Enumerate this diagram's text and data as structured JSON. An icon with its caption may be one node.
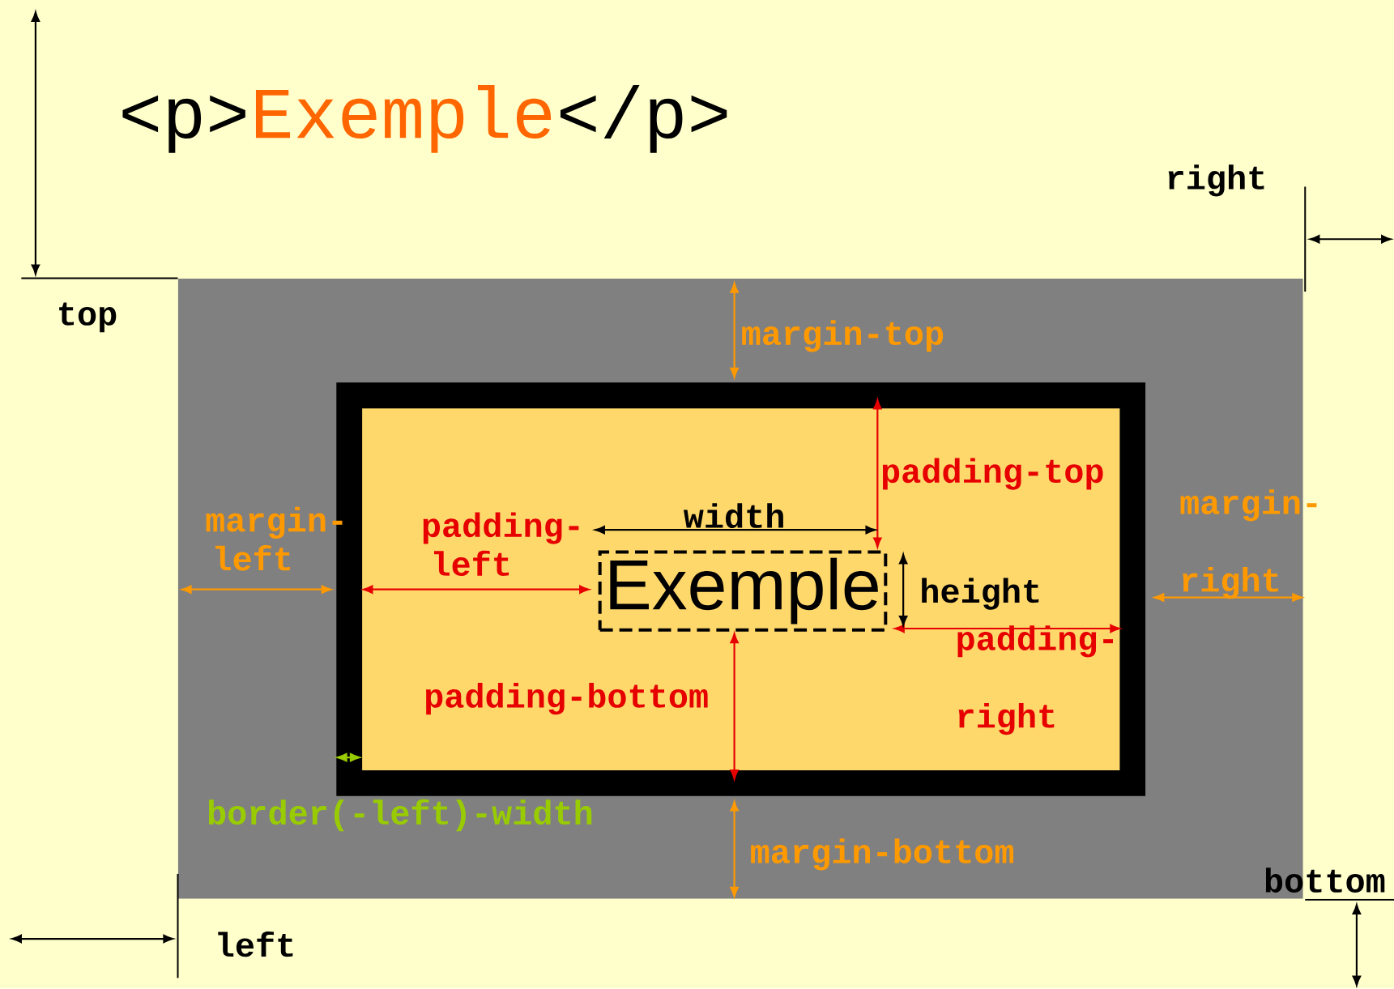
{
  "diagram": {
    "nodes": [
      {
        "text": [],
        "shape": "box"
      },
      {
        "text": [],
        "shape": "box",
        "in": 0
      },
      {
        "text": [],
        "shape": "box",
        "in": 1
      },
      {
        "text": [
          "Exemple"
        ],
        "in": 2
      }
    ],
    "labels": [
      "<p>",
      "Exemple",
      "</p>",
      "right",
      "top",
      "margin-top",
      "padding-top",
      "width",
      "margin- left",
      "padding- left",
      "height",
      "margin- right",
      "padding- right",
      "padding-bottom",
      "border(-left)-width",
      "margin-bottom",
      "bottom",
      "left"
    ]
  }
}
